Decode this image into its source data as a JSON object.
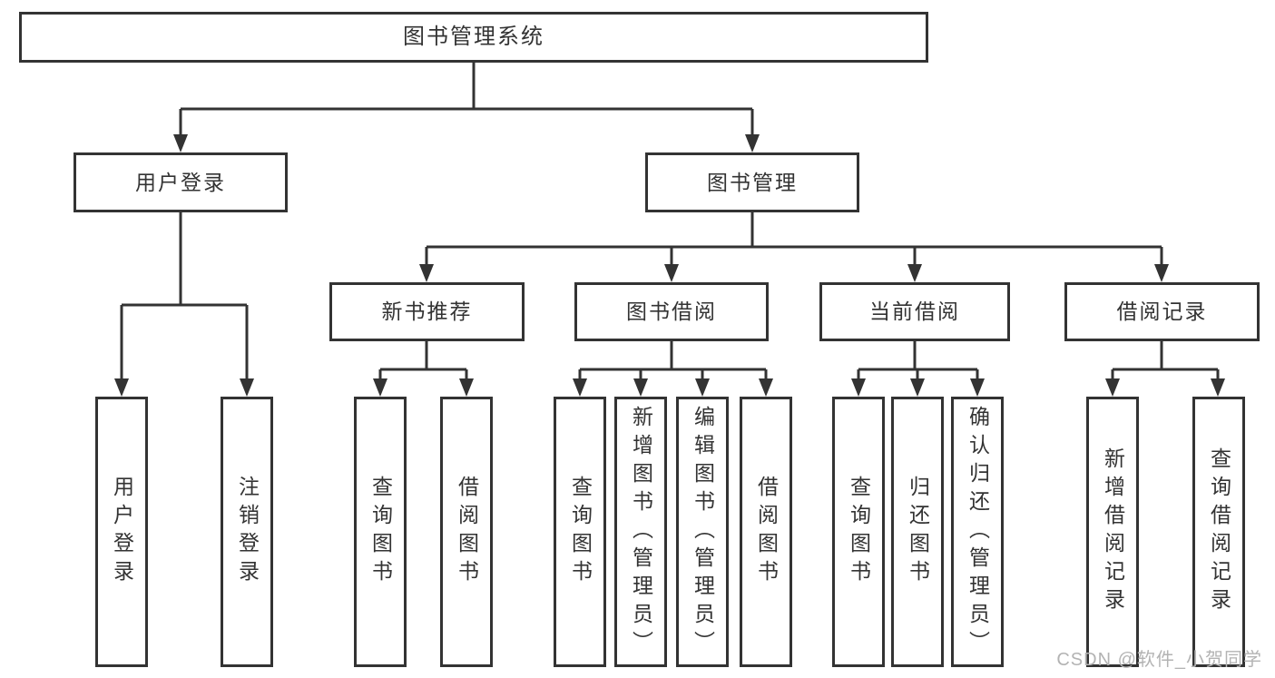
{
  "tree": {
    "root": {
      "label": "图书管理系统"
    },
    "children": [
      {
        "label": "用户登录",
        "children": [
          {
            "label": "用户登录"
          },
          {
            "label": "注销登录"
          }
        ]
      },
      {
        "label": "图书管理",
        "children": [
          {
            "label": "新书推荐",
            "children": [
              {
                "label": "查询图书"
              },
              {
                "label": "借阅图书"
              }
            ]
          },
          {
            "label": "图书借阅",
            "children": [
              {
                "label": "查询图书"
              },
              {
                "label": "新增图书（管理员）"
              },
              {
                "label": "编辑图书（管理员）"
              },
              {
                "label": "借阅图书"
              }
            ]
          },
          {
            "label": "当前借阅",
            "children": [
              {
                "label": "查询图书"
              },
              {
                "label": "归还图书"
              },
              {
                "label": "确认归还（管理员）"
              }
            ]
          },
          {
            "label": "借阅记录",
            "children": [
              {
                "label": "新增借阅记录"
              },
              {
                "label": "查询借阅记录"
              }
            ]
          }
        ]
      }
    ]
  },
  "watermark": "CSDN @软件_小贺同学",
  "colors": {
    "line": "#333333",
    "box_border": "#333333",
    "text": "#333333",
    "background": "#ffffff",
    "watermark": "#b3b3b3"
  }
}
